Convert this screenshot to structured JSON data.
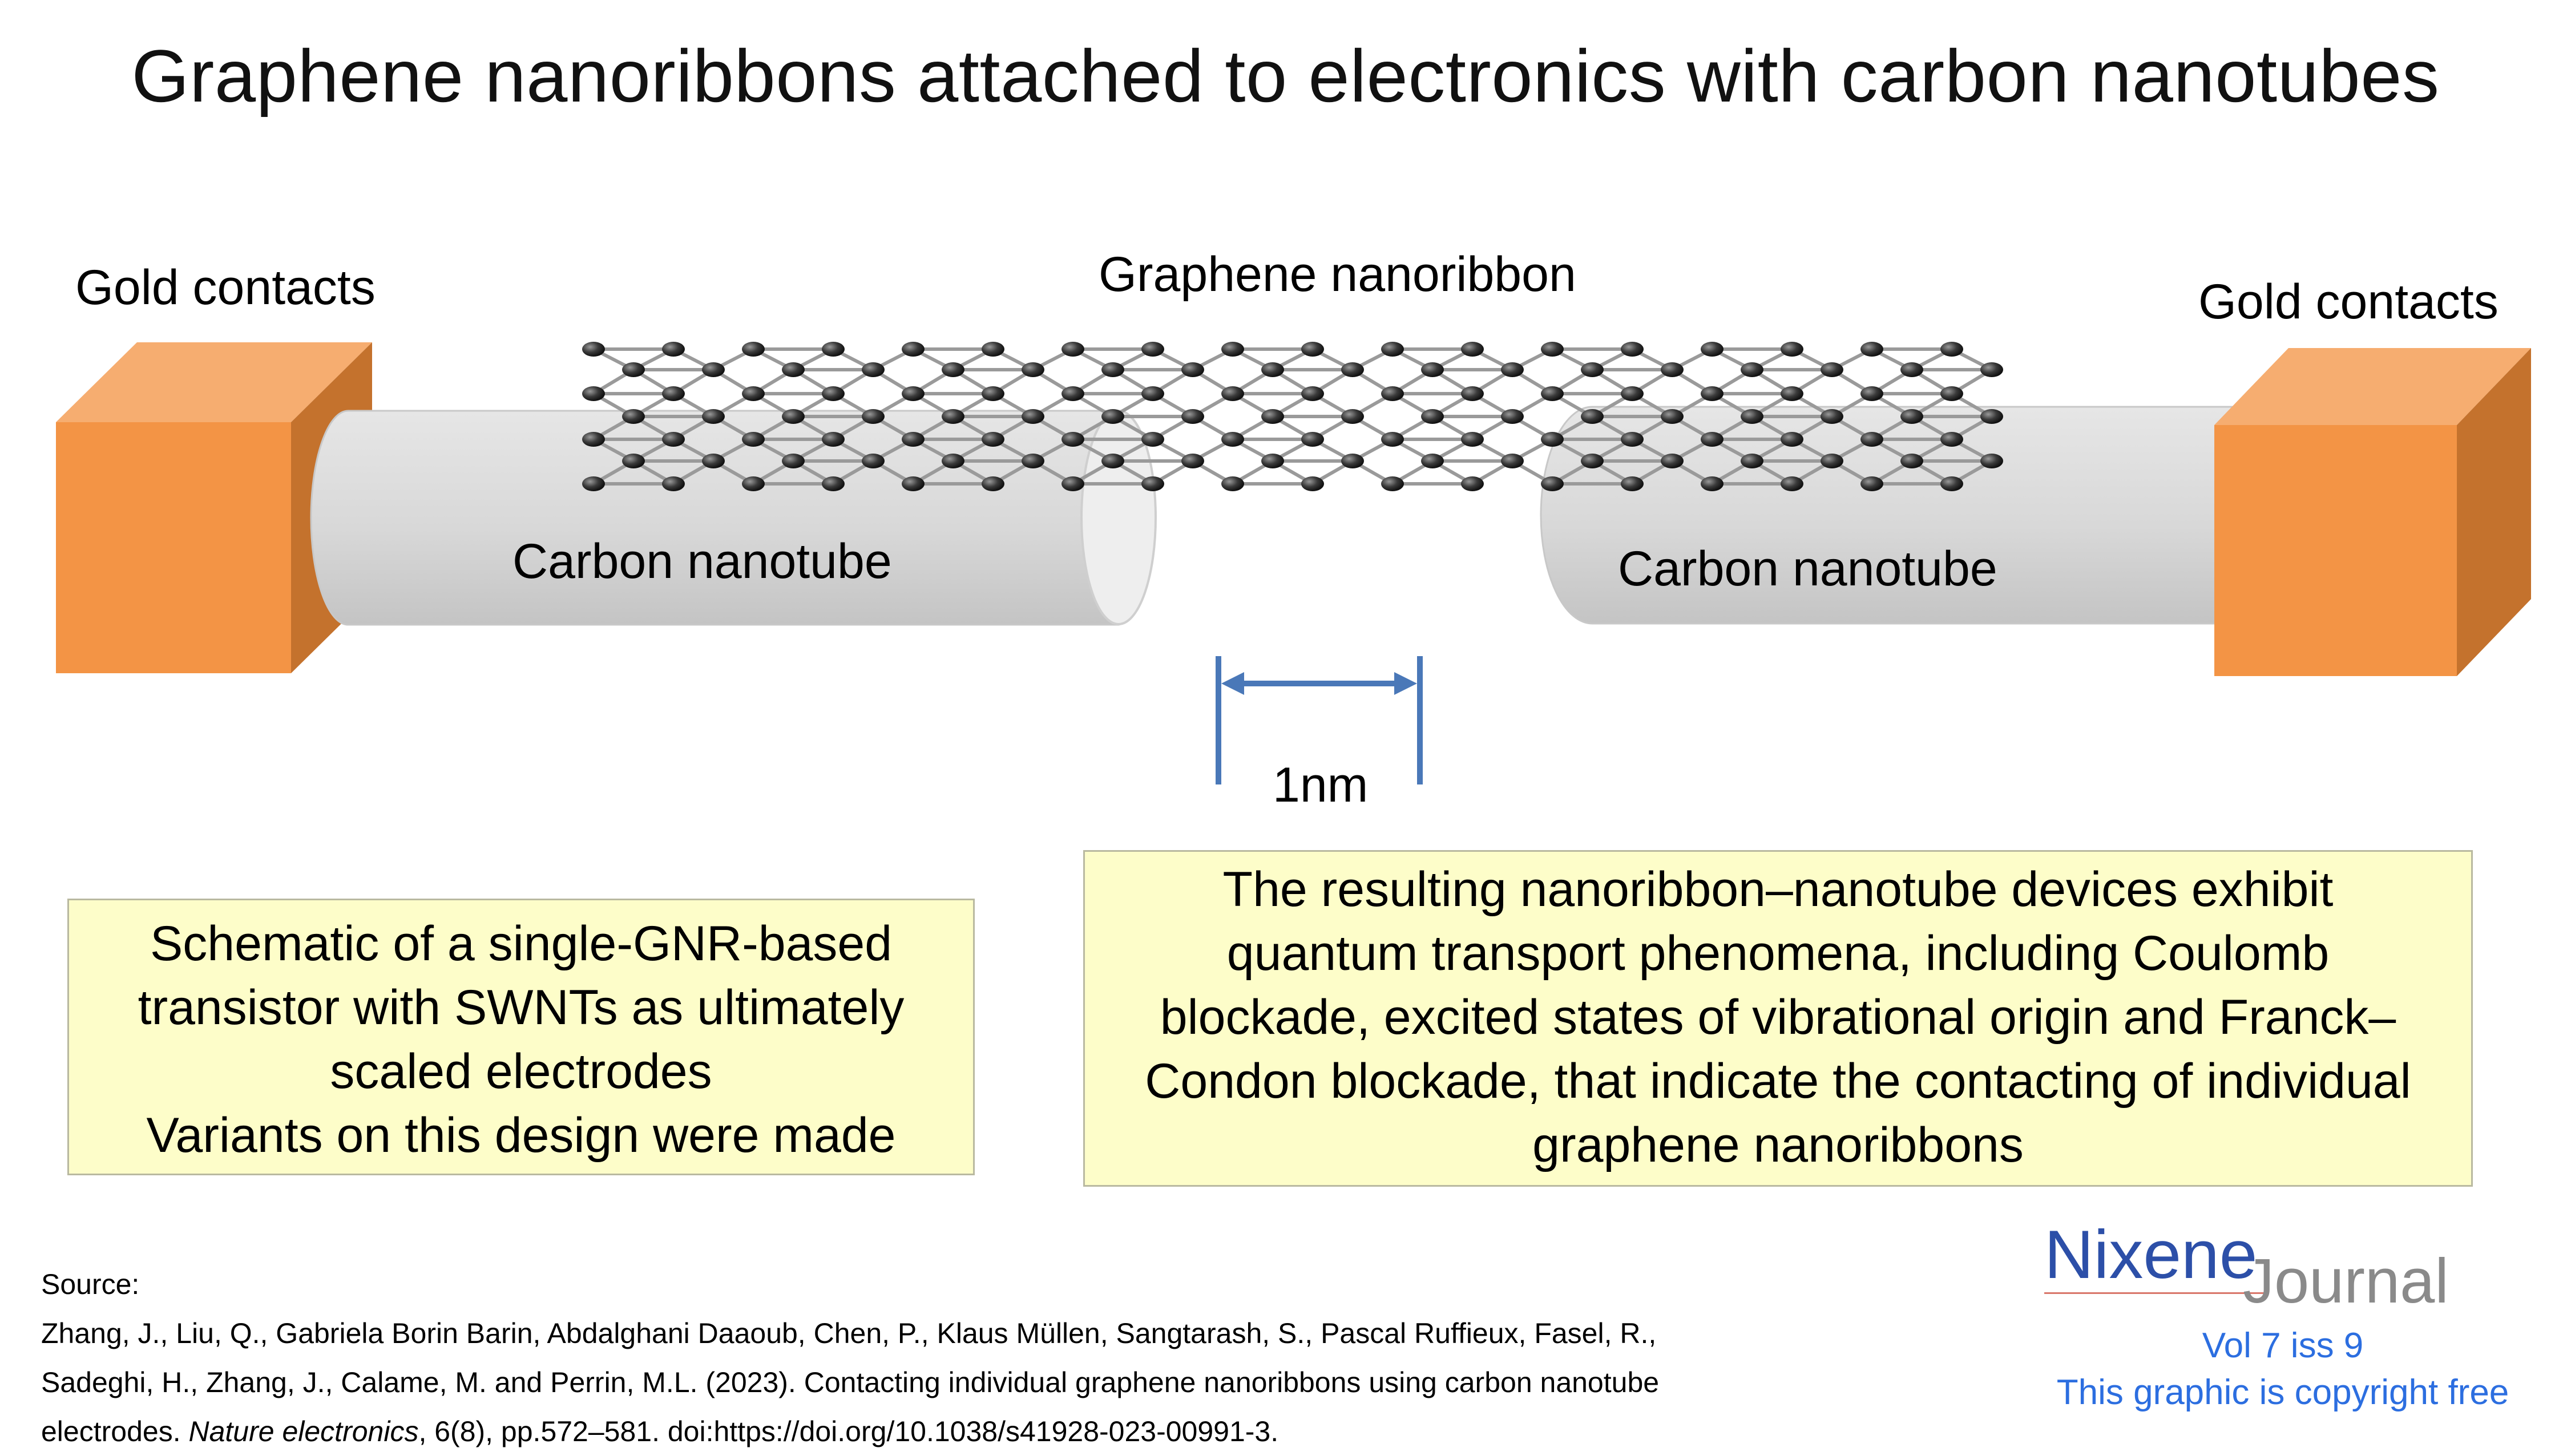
{
  "title": "Graphene nanoribbons attached to electronics with carbon nanotubes",
  "labels": {
    "gold_left": "Gold contacts",
    "gold_right": "Gold contacts",
    "gnr": "Graphene nanoribbon",
    "cnt_left": "Carbon nanotube",
    "cnt_right": "Carbon nanotube",
    "gap": "1nm"
  },
  "left_box": {
    "lines": [
      "Schematic of a single-GNR-based",
      "transistor with SWNTs as ultimately",
      "scaled electrodes",
      "Variants on this design were made"
    ]
  },
  "right_box": {
    "lines": [
      "The resulting nanoribbon–nanotube devices exhibit",
      "quantum transport phenomena, including Coulomb",
      "blockade, excited states of vibrational origin and Franck–",
      "Condon blockade, that indicate the contacting of individual",
      "graphene nanoribbons"
    ]
  },
  "source": {
    "heading": "Source:",
    "line1": "Zhang, J., Liu, Q., Gabriela Borin Barin, Abdalghani Daaoub, Chen, P., Klaus Müllen, Sangtarash, S., Pascal Ruffieux, Fasel, R.,",
    "line2": "Sadeghi, H., Zhang, J., Calame, M. and Perrin, M.L. (2023). Contacting individual graphene nanoribbons using carbon nanotube",
    "line3_pre": "electrodes. ",
    "line3_journal": "Nature electronics",
    "line3_post": ", 6(8), pp.572–581. doi:https://doi.org/10.1038/s41928-023-00991-3."
  },
  "brand": {
    "name_part1": "Nixene",
    "name_part2": "Journal",
    "issue": "Vol 7 iss 9",
    "copyright": "This graphic is copyright free"
  },
  "colors": {
    "gold_front": "#f39445",
    "gold_top": "#f6ad70",
    "gold_side": "#c4722d",
    "nanotube": "#d6d6d6",
    "callout_fill": "#fdfdc9",
    "arrow": "#4a78b8",
    "brand_blue": "#2c4fa8",
    "brand_grey": "#8a8a8a",
    "info_blue": "#2c6ee0"
  }
}
